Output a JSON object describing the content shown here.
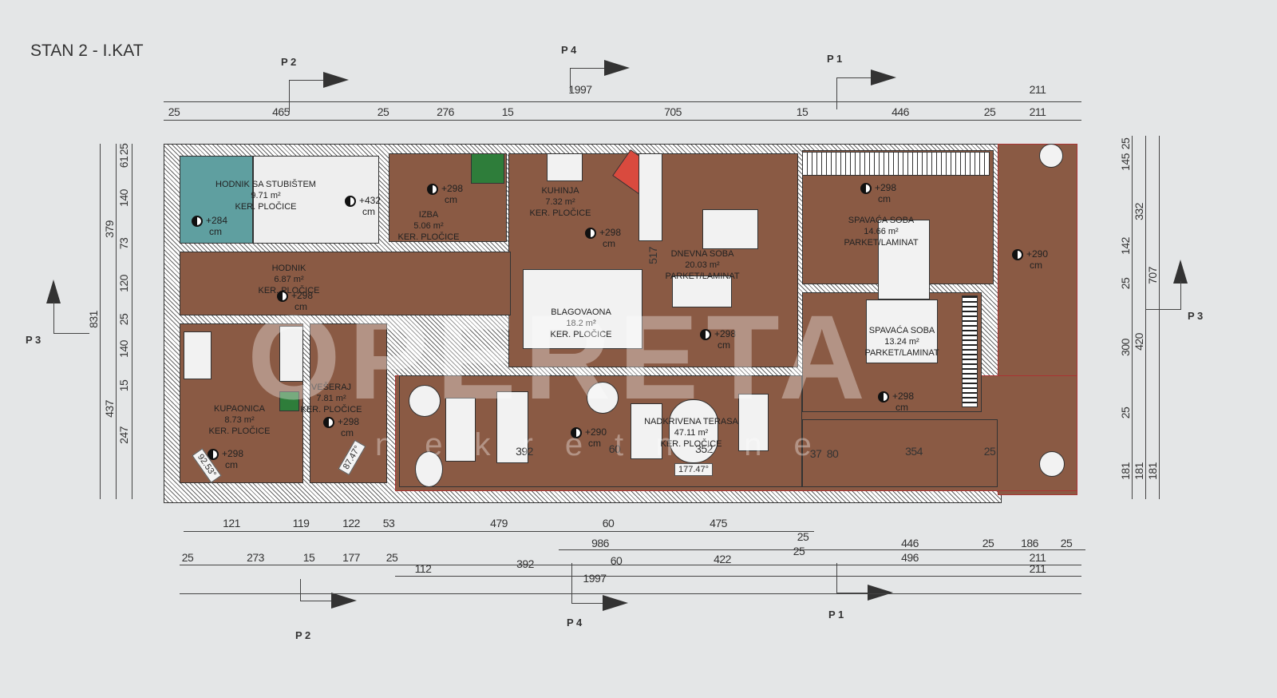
{
  "title": "STAN 2 - I.KAT",
  "sections": {
    "p1": "P 1",
    "p2": "P 2",
    "p3": "P 3",
    "p4": "P 4"
  },
  "watermark": {
    "brand": "OPERETA",
    "sub": "nekretnine"
  },
  "rooms": [
    {
      "name": "HODNIK SA STUBIŠTEM",
      "area": "9.71 m²",
      "floor": "KER. PLOČICE"
    },
    {
      "name": "IZBA",
      "area": "5.06 m²",
      "floor": "KER. PLOČICE"
    },
    {
      "name": "KUHINJA",
      "area": "7.32 m²",
      "floor": "KER. PLOČICE"
    },
    {
      "name": "HODNIK",
      "area": "6.87 m²",
      "floor": "KER. PLOČICE"
    },
    {
      "name": "BLAGOVAONA",
      "area": "18.2 m²",
      "floor": "KER. PLOČICE"
    },
    {
      "name": "DNEVNA SOBA",
      "area": "20.03 m²",
      "floor": "PARKET/LAMINAT"
    },
    {
      "name": "SPAVAĆA SOBA",
      "area": "14.66 m²",
      "floor": "PARKET/LAMINAT"
    },
    {
      "name": "SPAVAĆA SOBA",
      "area": "13.24 m²",
      "floor": "PARKET/LAMINAT"
    },
    {
      "name": "KUPAONICA",
      "area": "8.73 m²",
      "floor": "KER. PLOČICE"
    },
    {
      "name": "VEŠERAJ",
      "area": "7.81 m²",
      "floor": "KER. PLOČICE"
    },
    {
      "name": "NADKRIVENA TERASA",
      "area": "47.11 m²",
      "floor": "KER. PLOČICE"
    }
  ],
  "levels": [
    "+284",
    "+432",
    "+298",
    "+298",
    "+298",
    "+298",
    "+298",
    "+298",
    "+298",
    "+290",
    "+290"
  ],
  "level_unit": "cm",
  "angles": [
    "92.53°",
    "87.47°",
    "177.47°"
  ],
  "dims": {
    "top": [
      "1997",
      "211",
      "25",
      "465",
      "25",
      "276",
      "15",
      "705",
      "15",
      "446",
      "25",
      "211"
    ],
    "bottom": [
      "121",
      "119",
      "122",
      "53",
      "479",
      "60",
      "475",
      "25",
      "986",
      "446",
      "25",
      "186",
      "25",
      "25",
      "273",
      "15",
      "177",
      "25",
      "422",
      "25",
      "496",
      "211",
      "112",
      "392",
      "60",
      "211",
      "1997"
    ],
    "left": [
      "25",
      "61",
      "140",
      "73",
      "120",
      "25",
      "140",
      "15",
      "247",
      "379",
      "437",
      "831"
    ],
    "right": [
      "25",
      "145",
      "142",
      "25",
      "300",
      "25",
      "181",
      "332",
      "420",
      "181",
      "707",
      "181"
    ],
    "inner": [
      "517",
      "392",
      "60",
      "352",
      "37",
      "80",
      "354",
      "25"
    ]
  }
}
